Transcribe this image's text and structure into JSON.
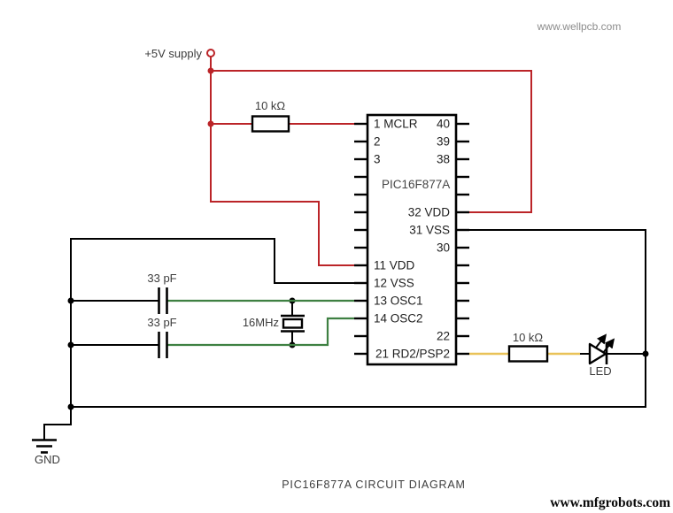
{
  "page": {
    "title": "PIC16F877A CIRCUIT DIAGRAM",
    "watermark_top": "www.wellpcb.com",
    "watermark_bottom": "www.mfgrobots.com",
    "background": "#ffffff"
  },
  "colors": {
    "wire_red": "#bb2428",
    "wire_green": "#3e8042",
    "wire_yellow": "#e9c258",
    "wire_black": "#000000"
  },
  "labels": {
    "supply": "+5V supply",
    "pullup_resistor": "10 kΩ",
    "led_resistor": "10 kΩ",
    "cap_top": "33 pF",
    "cap_bottom": "33 pF",
    "crystal": "16MHz",
    "led": "LED",
    "ground": "GND"
  },
  "ic": {
    "name": "PIC16F877A",
    "left_pins": [
      "1 MCLR",
      "2",
      "3",
      "",
      "",
      "",
      "",
      "",
      "11 VDD",
      "12 VSS",
      "13 OSC1",
      "14 OSC2",
      "",
      ""
    ],
    "right_pins": [
      "40",
      "39",
      "38",
      "",
      "",
      "32 VDD",
      "31 VSS",
      "30",
      "",
      "",
      "",
      "",
      "22",
      "21 RD2/PSP2"
    ]
  }
}
